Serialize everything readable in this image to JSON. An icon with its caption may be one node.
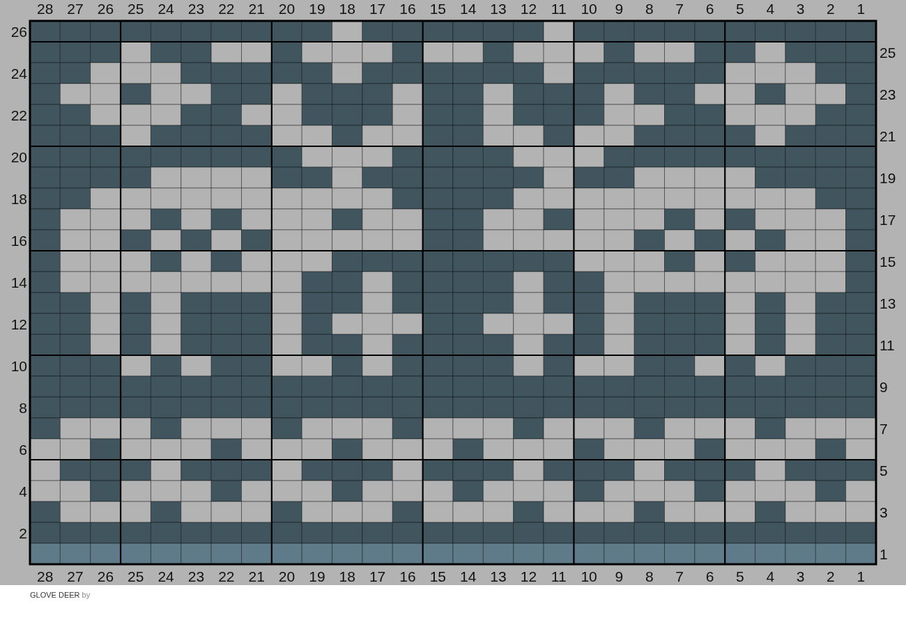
{
  "diagram": {
    "title": "GLOVE DEER",
    "labels": [
      "28",
      "27",
      "26",
      "25",
      "24",
      "23",
      "22",
      "21",
      "20",
      "19",
      "18",
      "17",
      "16",
      "15",
      "14",
      "13",
      "12",
      "11",
      "10",
      "9",
      "8",
      "7",
      "6",
      "5",
      "4",
      "3",
      "2",
      "1",
      "26",
      "25",
      "24",
      "23",
      "22",
      "21",
      "20",
      "19",
      "18",
      "17",
      "16",
      "15",
      "14",
      "13",
      "12",
      "11",
      "10",
      "9",
      "8",
      "7",
      "6",
      "5",
      "4",
      "3",
      "2",
      "1",
      "28",
      "27",
      "26",
      "25",
      "24",
      "23",
      "22",
      "21",
      "20",
      "19",
      "18",
      "17",
      "16",
      "15",
      "14",
      "13",
      "12",
      "11",
      "10",
      "9",
      "8",
      "7",
      "6",
      "5",
      "4",
      "3",
      "2",
      "1",
      "by"
    ]
  }
}
